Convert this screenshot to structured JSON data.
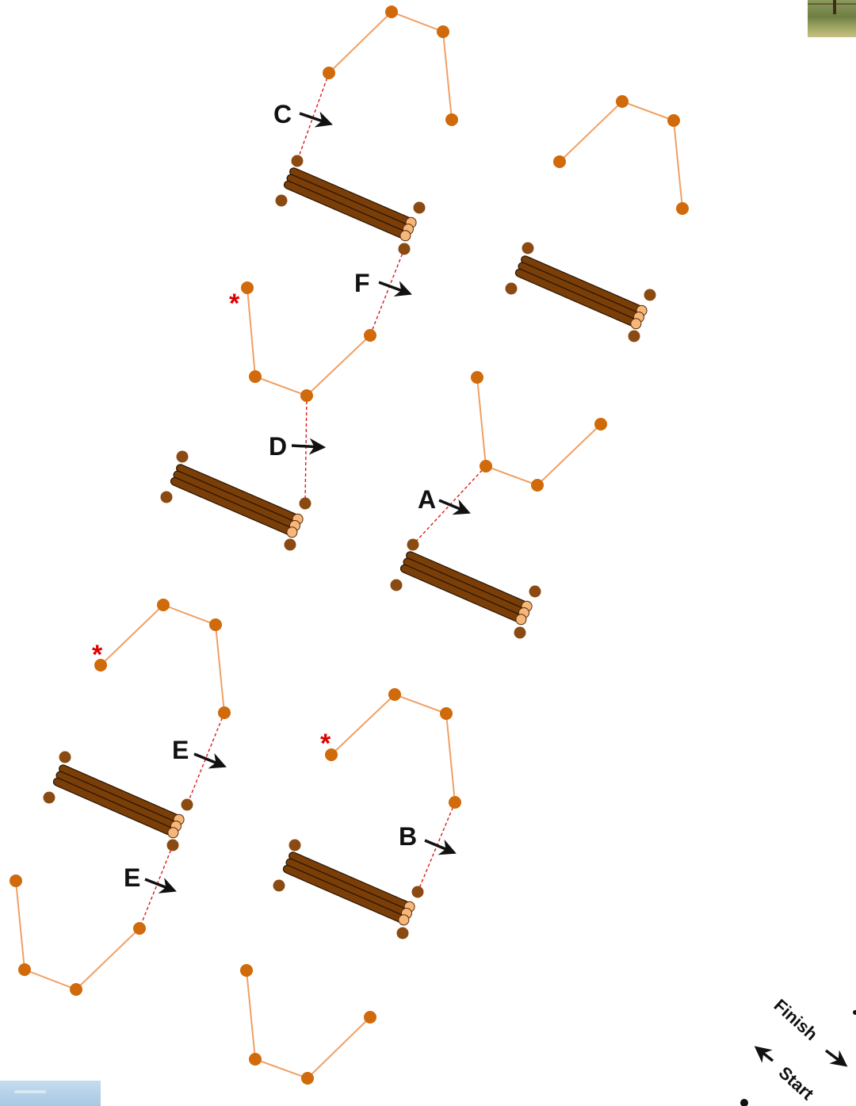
{
  "diagram": {
    "labels": {
      "a": "A",
      "b": "B",
      "c": "C",
      "d": "D",
      "e1": "E",
      "e2": "E",
      "f": "F"
    },
    "asterisk": "*",
    "finish": "Finish",
    "start": "Start"
  },
  "colors": {
    "pole": "#d06a0a",
    "poleLine": "#f0a064",
    "standard": "#8a4a12",
    "log": "#7a3e08",
    "logEnd": "#f5b77a",
    "dash": "#e01818",
    "arrow": "#111111",
    "asterisk": "#e00000"
  }
}
